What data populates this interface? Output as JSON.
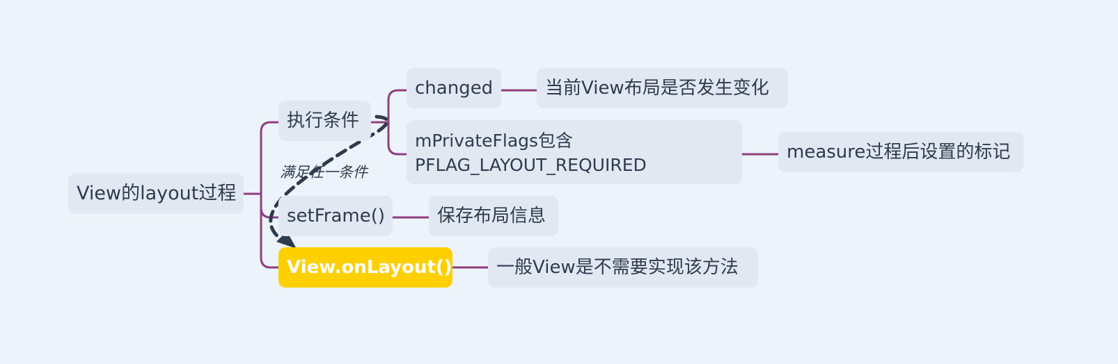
{
  "mindmap": {
    "root": {
      "label": "View的layout过程"
    },
    "branches": {
      "conditions": {
        "label": "执行条件",
        "children": {
          "changed": {
            "label": "changed",
            "note": "当前View布局是否发生变化"
          },
          "flags": {
            "label": "mPrivateFlags包含 PFLAG_LAYOUT_REQUIRED",
            "note": "measure过程后设置的标记"
          }
        }
      },
      "set_frame": {
        "label": "setFrame()",
        "note": "保存布局信息"
      },
      "on_layout": {
        "label": "View.onLayout()",
        "note": "一般View是不需要实现该方法"
      }
    },
    "relationship": {
      "label": "满足任一条件"
    }
  },
  "colors": {
    "background": "#edf3fa",
    "node_fill": "#e1e8f1",
    "text": "#2e3b4e",
    "branch_line": "#8f3f7f",
    "relationship_line": "#2e3b4e",
    "highlight_fill": "#ffd000",
    "highlight_text": "#ffffff"
  }
}
